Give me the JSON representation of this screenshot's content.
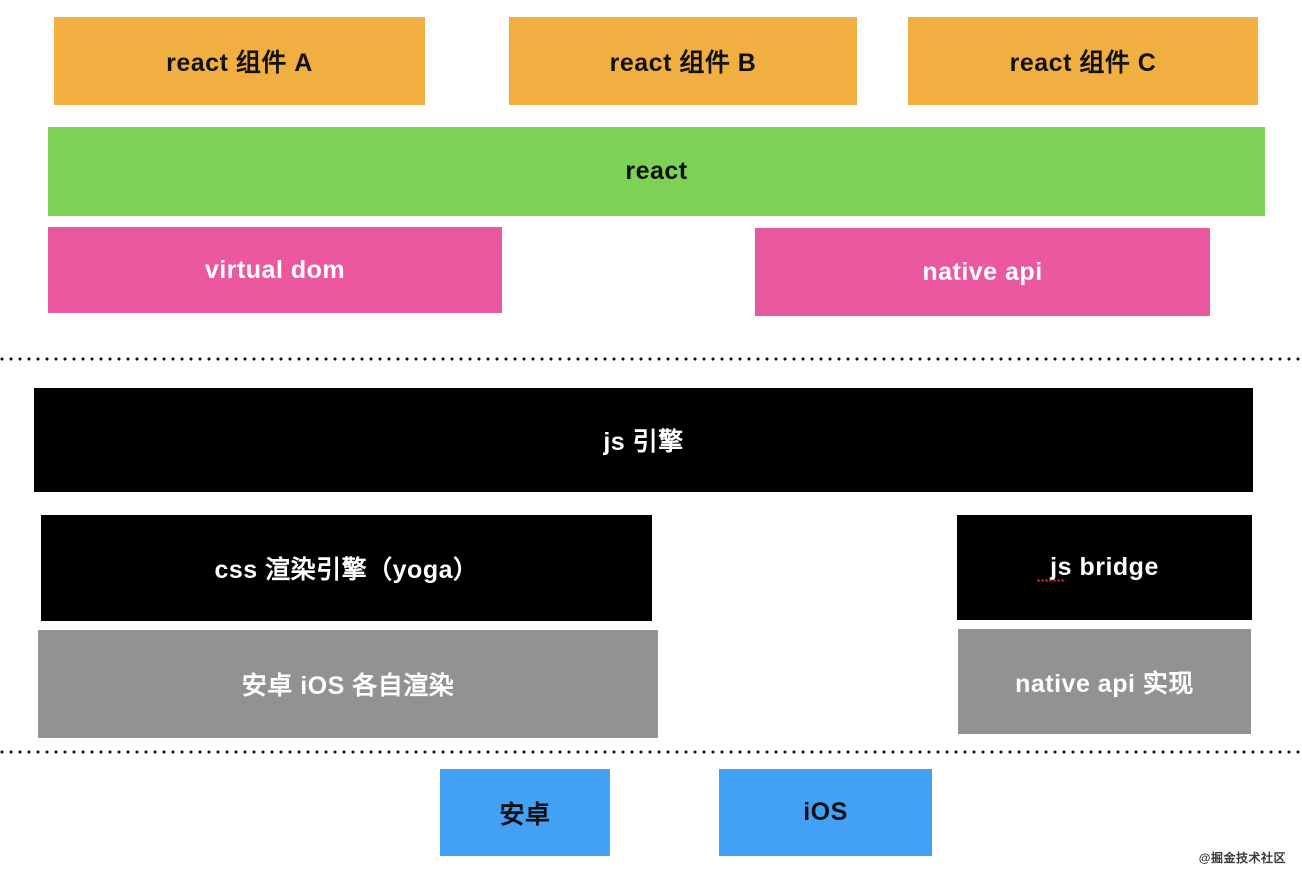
{
  "colors": {
    "orange": "#F2AF41",
    "green": "#7DD256",
    "pink": "#EB58A0",
    "black": "#000000",
    "gray": "#929292",
    "blue": "#42A0F5"
  },
  "diagram": {
    "react_layer": {
      "component_a": "react 组件 A",
      "component_b": "react 组件 B",
      "component_c": "react 组件 C",
      "react": "react",
      "virtual_dom": "virtual dom",
      "native_api": "native api"
    },
    "engine_layer": {
      "js_engine": "js 引擎",
      "css_engine": "css 渲染引擎（yoga）",
      "js_bridge": "js bridge",
      "platform_render": "安卓 iOS 各自渲染",
      "native_api_impl": "native api 实现"
    },
    "platform_layer": {
      "android": "安卓",
      "ios": "iOS"
    },
    "watermark": "@掘金技术社区"
  }
}
